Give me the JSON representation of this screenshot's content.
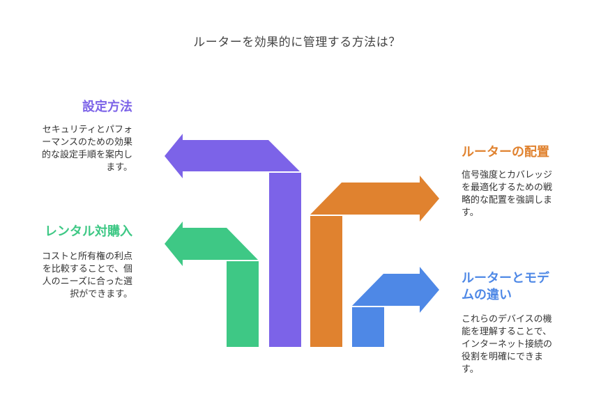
{
  "title": "ルーターを効果的に管理する方法は？",
  "colors": {
    "purple": "#7c63e8",
    "green": "#3ec885",
    "orange": "#e0822f",
    "blue": "#4e88e6"
  },
  "sections": [
    {
      "heading": "設定方法",
      "description": "セキュリティとパフォーマンスのための効果的な設定手順を案内します。",
      "color": "#7c63e8"
    },
    {
      "heading": "レンタル対購入",
      "description": "コストと所有権の利点を比較することで、個人のニーズに合った選択ができます。",
      "color": "#3ec885"
    },
    {
      "heading": "ルーターの配置",
      "description": "信号強度とカバレッジを最適化するための戦略的な配置を強調します。",
      "color": "#e0822f"
    },
    {
      "heading": "ルーターとモデムの違い",
      "description": "これらのデバイスの機能を理解することで、インターネット接続の役割を明確にできます。",
      "color": "#4e88e6"
    }
  ]
}
